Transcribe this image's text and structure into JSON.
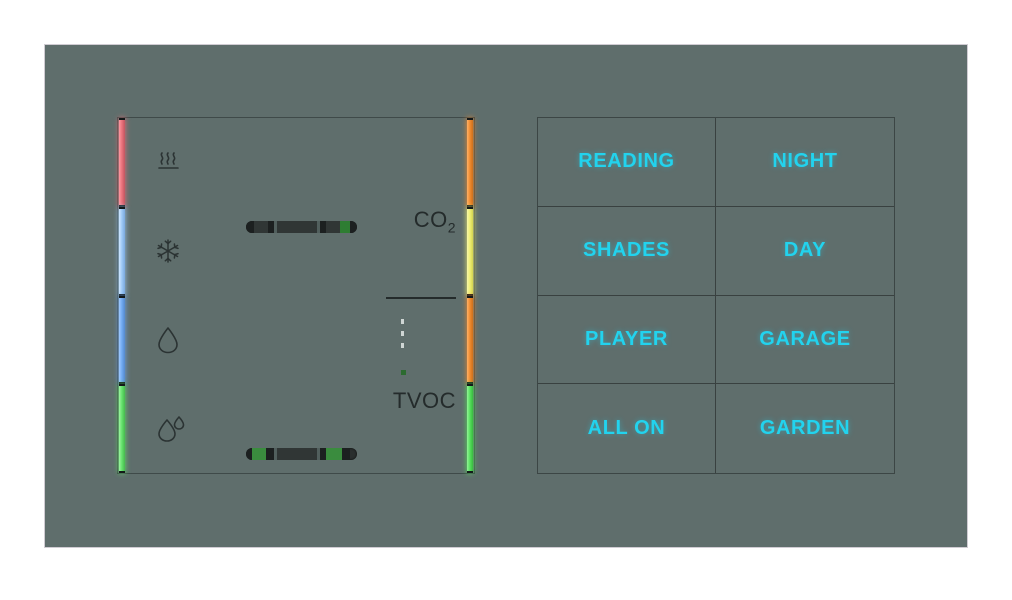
{
  "panel": {
    "background_color": "#5f6e6c",
    "outer_background": "#ffffff"
  },
  "climate_module": {
    "name": "climate-control-module",
    "led_left": [
      {
        "name": "heating-led",
        "color": "#e8707a",
        "glow": "#ff98a0"
      },
      {
        "name": "cooling-led",
        "color": "#9cc8f5",
        "glow": "#cfe6ff"
      },
      {
        "name": "humidify-led",
        "color": "#6fa8f0",
        "glow": "#9fc9ff"
      },
      {
        "name": "dehumidify-led",
        "color": "#63e06a",
        "glow": "#9cf59f"
      }
    ],
    "led_right": [
      {
        "name": "co2-high-led",
        "color": "#f08a2e",
        "glow": "#ffb166"
      },
      {
        "name": "co2-mid-led",
        "color": "#eeee72",
        "glow": "#f7f7a8"
      },
      {
        "name": "tvoc-high-led",
        "color": "#f08a2e",
        "glow": "#ffb166"
      },
      {
        "name": "tvoc-ok-led",
        "color": "#55e05c",
        "glow": "#92f497"
      }
    ],
    "icons": [
      {
        "name": "heating-icon",
        "title": "Heating"
      },
      {
        "name": "cooling-icon",
        "title": "Cooling"
      },
      {
        "name": "humidity-icon",
        "title": "Humidity"
      },
      {
        "name": "dehumidify-icon",
        "title": "Dehumidify"
      }
    ],
    "labels": {
      "co2": "CO",
      "co2_subscript": "2",
      "divider": "",
      "tvoc": "TVOC"
    },
    "sliders": [
      {
        "name": "temperature-slider",
        "title": "Temperature"
      },
      {
        "name": "humidity-slider",
        "title": "Humidity"
      }
    ]
  },
  "scenes_module": {
    "name": "scene-buttons-module",
    "text_color": "#22d3ee",
    "buttons": [
      {
        "name": "scene-button-reading",
        "label": "READING"
      },
      {
        "name": "scene-button-night",
        "label": "NIGHT"
      },
      {
        "name": "scene-button-shades",
        "label": "SHADES"
      },
      {
        "name": "scene-button-day",
        "label": "DAY"
      },
      {
        "name": "scene-button-player",
        "label": "PLAYER"
      },
      {
        "name": "scene-button-garage",
        "label": "GARAGE"
      },
      {
        "name": "scene-button-all-on",
        "label": "ALL ON"
      },
      {
        "name": "scene-button-garden",
        "label": "GARDEN"
      }
    ]
  }
}
